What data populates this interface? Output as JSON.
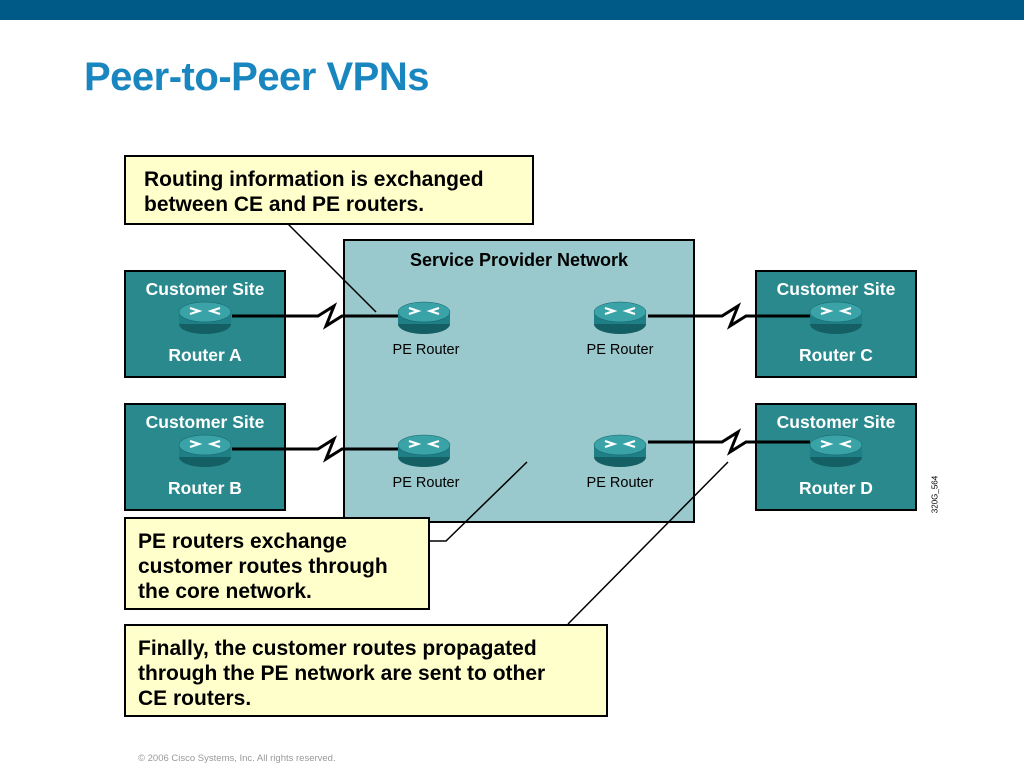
{
  "slide": {
    "title": "Peer-to-Peer VPNs",
    "copyright": "© 2006 Cisco Systems, Inc. All rights reserved.",
    "side_code": "320G_564"
  },
  "callouts": {
    "top": "Routing information is exchanged\nbetween CE and PE routers.",
    "middle": "PE routers exchange\ncustomer routes through\nthe core network.",
    "bottom": "Finally, the customer routes propagated\nthrough the PE network are sent to other\nCE routers."
  },
  "network": {
    "label": "Service Provider Network",
    "pe_routers": [
      {
        "label": "PE Router"
      },
      {
        "label": "PE Router"
      },
      {
        "label": "PE Router"
      },
      {
        "label": "PE Router"
      }
    ]
  },
  "sites": [
    {
      "title": "Customer Site",
      "router": "Router A"
    },
    {
      "title": "Customer Site",
      "router": "Router B"
    },
    {
      "title": "Customer Site",
      "router": "Router C"
    },
    {
      "title": "Customer Site",
      "router": "Router D"
    }
  ],
  "colors": {
    "header_bar": "#005a87",
    "title": "#1a86c0",
    "callout_fill": "#ffffcc",
    "network_fill": "#99c9cc",
    "site_fill": "#29898d",
    "router_body": "#1f7f86"
  }
}
